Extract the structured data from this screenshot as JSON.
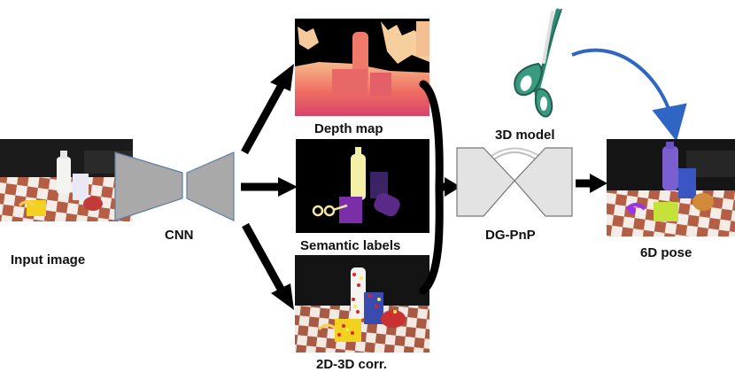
{
  "labels": {
    "input_image": "Input image",
    "cnn": "CNN",
    "depth_map": "Depth map",
    "semantic_labels": "Semantic labels",
    "corr": "2D-3D corr.",
    "model_3d": "3D model",
    "dg_pnp": "DG-PnP",
    "pose_6d": "6D pose"
  },
  "icons": {
    "scissors": "scissors-icon",
    "network": "hourglass-network-shape"
  },
  "colors": {
    "arrow": "#000000",
    "curved_arrow": "#2f66c4",
    "cnn_fill": "#a9a9a9",
    "cnn_stroke": "#5f7ea6",
    "pnp_fill": "#e3e3e3",
    "pnp_stroke": "#777777",
    "scissor_handle": "#2e8a73",
    "semantic_bottle": "#f5f0a8",
    "semantic_scissors": "#f2e6a0",
    "semantic_box": "#7a2fa8",
    "semantic_can": "#5b2a88",
    "semantic_cup": "#3a2466"
  }
}
